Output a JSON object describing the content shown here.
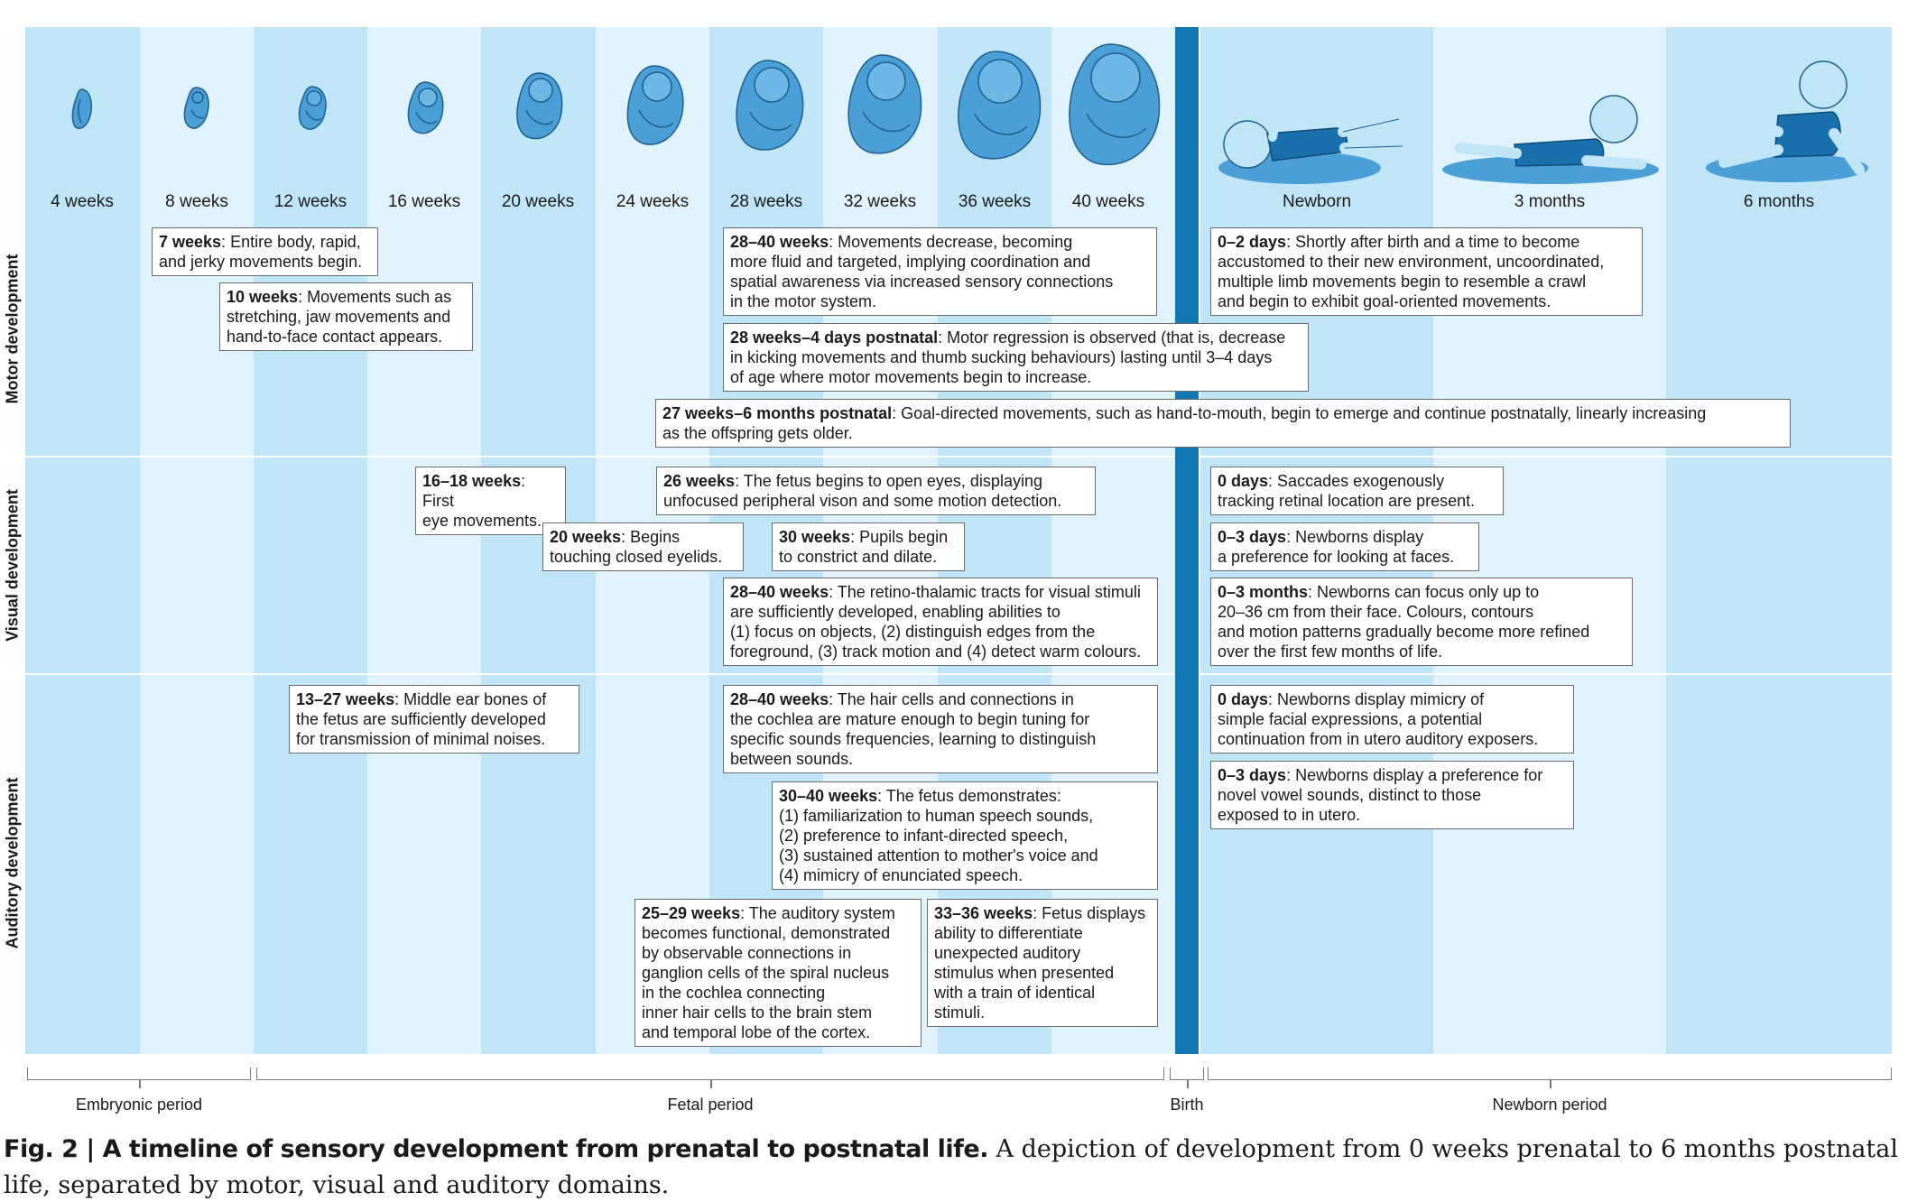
{
  "timeline": {
    "weeks": [
      "4 weeks",
      "8 weeks",
      "12 weeks",
      "16 weeks",
      "20 weeks",
      "24 weeks",
      "28 weeks",
      "32 weeks",
      "36 weeks",
      "40 weeks"
    ],
    "postnatal": [
      "Newborn",
      "3 months",
      "6 months"
    ]
  },
  "rows": {
    "motor": "Motor development",
    "visual": "Visual development",
    "auditory": "Auditory development"
  },
  "motor": {
    "n1": {
      "title": "7 weeks",
      "text": ": Entire body, rapid,\nand jerky movements begin."
    },
    "n2": {
      "title": "10 weeks",
      "text": ": Movements such as\nstretching, jaw movements and\nhand-to-face contact appears."
    },
    "n3": {
      "title": "28–40 weeks",
      "text": ": Movements decrease, becoming\nmore fluid and targeted, implying coordination and\nspatial awareness via increased sensory connections\nin the motor system."
    },
    "n4": {
      "title": "28 weeks–4 days postnatal",
      "text": ": Motor regression is observed (that is, decrease\nin kicking movements and thumb sucking behaviours) lasting until 3–4 days\nof age where motor movements begin to increase."
    },
    "n5": {
      "title": "27 weeks–6 months postnatal",
      "text": ": Goal-directed movements, such as hand-to-mouth, begin to emerge and continue postnatally, linearly increasing\nas the offspring gets older."
    },
    "n6": {
      "title": "0–2 days",
      "text": ": Shortly after birth and a time to become\naccustomed to their new environment, uncoordinated,\nmultiple limb movements begin to resemble a crawl\nand begin to exhibit goal-oriented movements."
    }
  },
  "visual": {
    "n1": {
      "title": "16–18 weeks",
      "text": ": First\neye movements."
    },
    "n2": {
      "title": "20 weeks",
      "text": ": Begins\ntouching closed eyelids."
    },
    "n3": {
      "title": "26 weeks",
      "text": ": The fetus begins to open eyes, displaying\nunfocused peripheral vison and some motion detection."
    },
    "n4": {
      "title": "30 weeks",
      "text": ": Pupils begin\nto constrict and dilate."
    },
    "n5": {
      "title": "28–40 weeks",
      "text": ": The retino-thalamic tracts for visual stimuli\nare sufficiently developed, enabling abilities to\n(1) focus on objects, (2) distinguish edges from the\nforeground, (3) track motion and (4) detect warm colours."
    },
    "n6": {
      "title": "0 days",
      "text": ": Saccades exogenously\ntracking retinal location are present."
    },
    "n7": {
      "title": "0–3 days",
      "text": ": Newborns display\na preference for looking at faces."
    },
    "n8": {
      "title": "0–3 months",
      "text": ": Newborns can focus only up to\n20–36 cm from their face. Colours, contours\nand motion patterns gradually become more refined\nover the first few months of life."
    }
  },
  "auditory": {
    "n1": {
      "title": "13–27 weeks",
      "text": ": Middle ear bones of\nthe fetus are sufficiently developed\nfor transmission of minimal noises."
    },
    "n2": {
      "title": "28–40 weeks",
      "text": ": The hair cells and connections in\nthe cochlea are mature enough to begin tuning for\nspecific sounds frequencies, learning to distinguish\nbetween sounds."
    },
    "n3": {
      "title": "30–40 weeks",
      "text": ": The fetus demonstrates:\n(1) familiarization to human speech sounds,\n(2) preference to infant-directed speech,\n(3) sustained attention to mother's voice and\n(4) mimicry of enunciated speech."
    },
    "n4": {
      "title": "25–29 weeks",
      "text": ": The auditory system\nbecomes functional, demonstrated\nby observable connections in\nganglion cells of the spiral nucleus\nin the cochlea connecting\ninner hair cells to the brain stem\nand temporal lobe of the cortex."
    },
    "n5": {
      "title": "33–36 weeks",
      "text": ": Fetus displays\nability to differentiate\nunexpected auditory\nstimulus when presented\nwith a train of identical\nstimuli."
    },
    "n6": {
      "title": "0 days",
      "text": ": Newborns display mimicry of\nsimple facial expressions, a potential\ncontinuation from in utero auditory exposers."
    },
    "n7": {
      "title": "0–3 days",
      "text": ": Newborns display a preference for\nnovel vowel sounds, distinct to those\nexposed to in utero."
    }
  },
  "periods": {
    "embryonic": "Embryonic period",
    "fetal": "Fetal period",
    "birth": "Birth",
    "newborn": "Newborn period"
  },
  "caption": {
    "label": "Fig. 2 | A timeline of sensory development from prenatal to postnatal life.",
    "text": " A depiction of development from 0 weeks prenatal to 6 months postnatal life, separated by motor, visual and auditory domains."
  },
  "colors": {
    "column_dark": "#bfe5f7",
    "column_light": "#e0f2fb",
    "birth_bar": "#1277b5",
    "fetus_fill": "#4a9fd6"
  }
}
